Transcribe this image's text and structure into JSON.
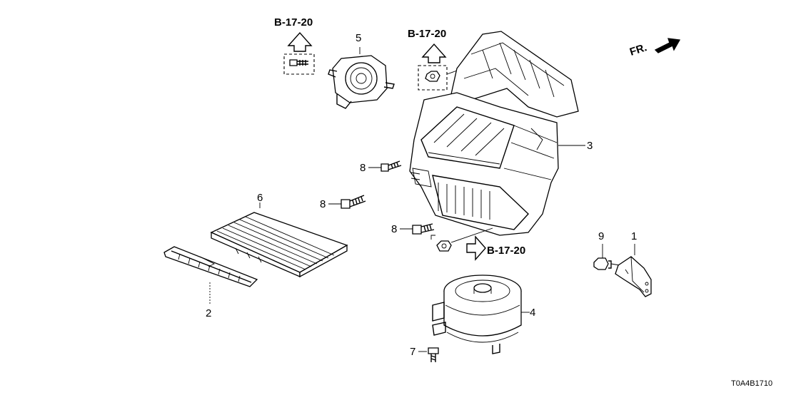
{
  "diagram": {
    "reference_label": "B-17-20",
    "front_label": "FR.",
    "diagram_code": "T0A4B1710",
    "part_numbers": {
      "p1": "1",
      "p2": "2",
      "p3": "3",
      "p4": "4",
      "p5": "5",
      "p6": "6",
      "p7": "7",
      "p8": "8",
      "p9": "9"
    }
  }
}
